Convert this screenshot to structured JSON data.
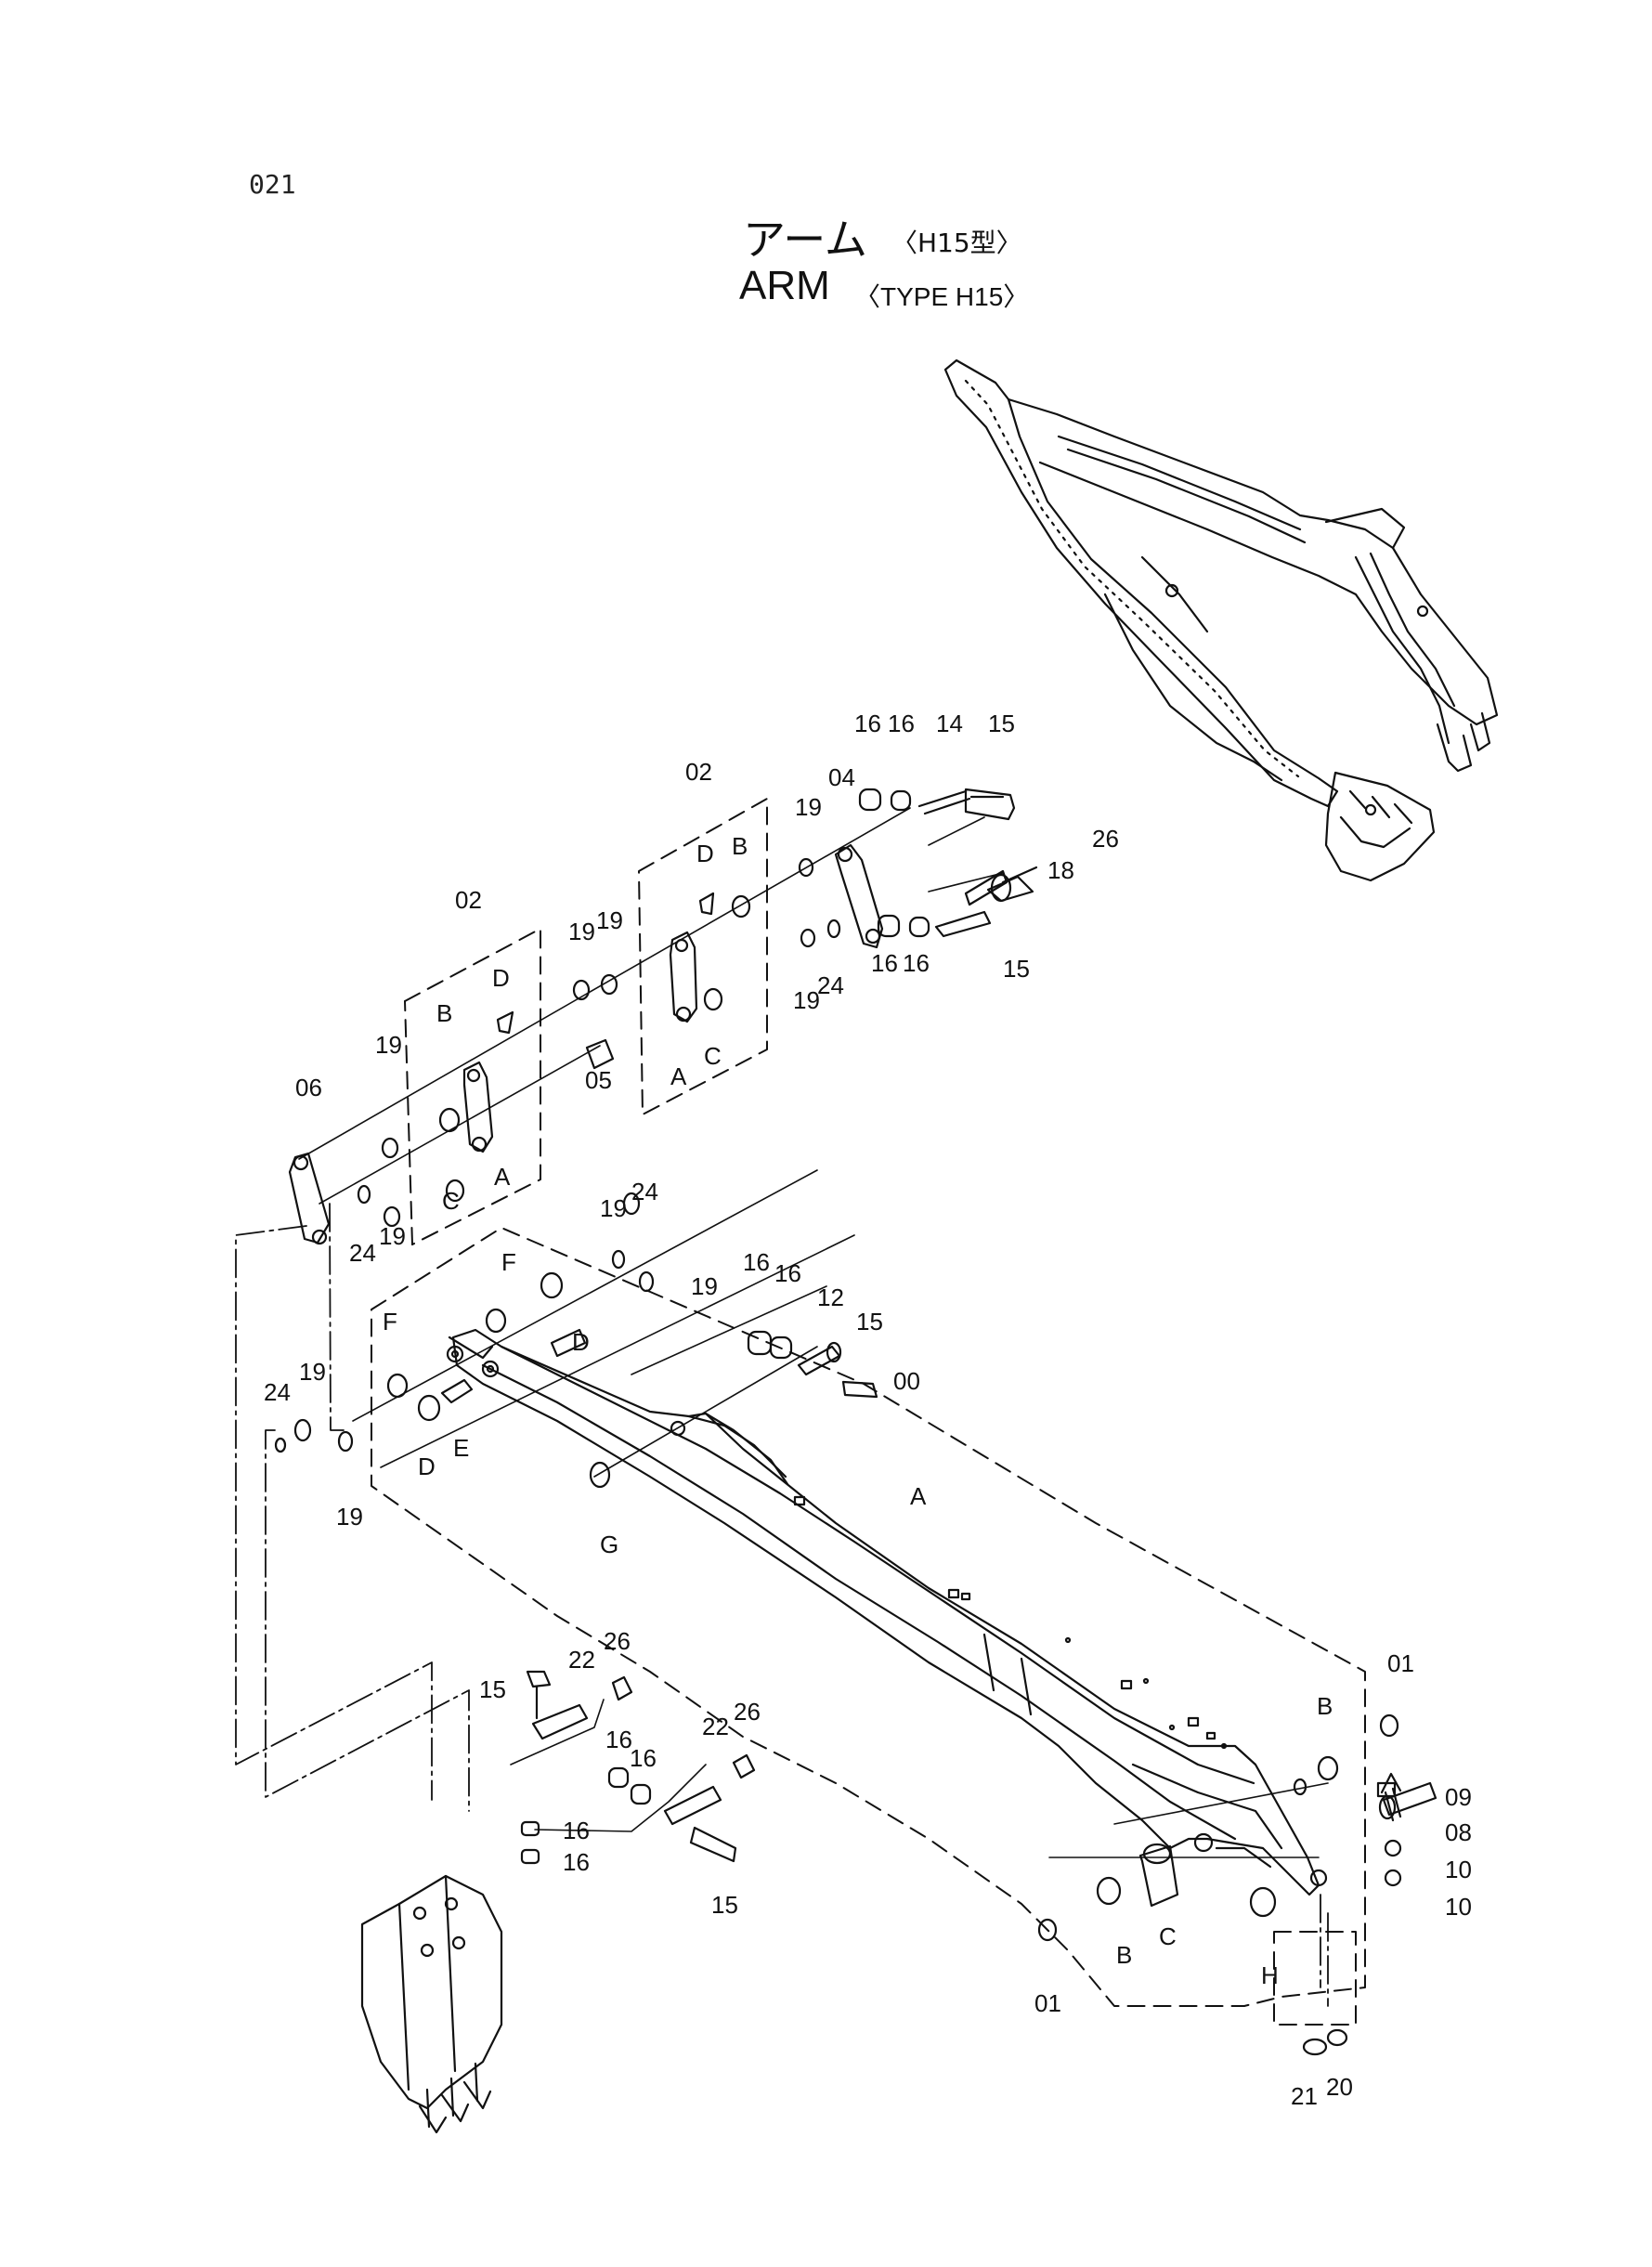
{
  "page": {
    "number": "021"
  },
  "title": {
    "jp": "アーム",
    "jp_type": "〈H15型〉",
    "en": "ARM",
    "en_type": "〈TYPE H15〉"
  },
  "colors": {
    "ink": "#111111",
    "paper": "#ffffff"
  },
  "callouts": {
    "c00": "00",
    "c01a": "01",
    "c01b": "01",
    "c02a": "02",
    "c02b": "02",
    "c04": "04",
    "c05": "05",
    "c06": "06",
    "c08": "08",
    "c09": "09",
    "c10a": "10",
    "c10b": "10",
    "c12": "12",
    "c14": "14",
    "c15a": "15",
    "c15b": "15",
    "c15c": "15",
    "c15d": "15",
    "c15e": "15",
    "c16a": "16",
    "c16b": "16",
    "c16c": "16",
    "c16d": "16",
    "c16e": "16",
    "c16f": "16",
    "c16g": "16",
    "c16h": "16",
    "c16i": "16",
    "c16j": "16",
    "c18": "18",
    "c19a": "19",
    "c19b": "19",
    "c19c": "19",
    "c19d": "19",
    "c19e": "19",
    "c19f": "19",
    "c19g": "19",
    "c19h": "19",
    "c19i": "19",
    "c19j": "19",
    "c20": "20",
    "c21": "21",
    "c22a": "22",
    "c22b": "22",
    "c24a": "24",
    "c24b": "24",
    "c24c": "24",
    "c24d": "24",
    "c26a": "26",
    "c26b": "26",
    "c26c": "26",
    "lA1": "A",
    "lA2": "A",
    "lA3": "A",
    "lB1": "B",
    "lB2": "B",
    "lB3": "B",
    "lB4": "B",
    "lC1": "C",
    "lC2": "C",
    "lC3": "C",
    "lD1": "D",
    "lD2": "D",
    "lD3": "D",
    "lD4": "D",
    "lE": "E",
    "lF1": "F",
    "lF2": "F",
    "lG": "G",
    "lH": "H"
  }
}
